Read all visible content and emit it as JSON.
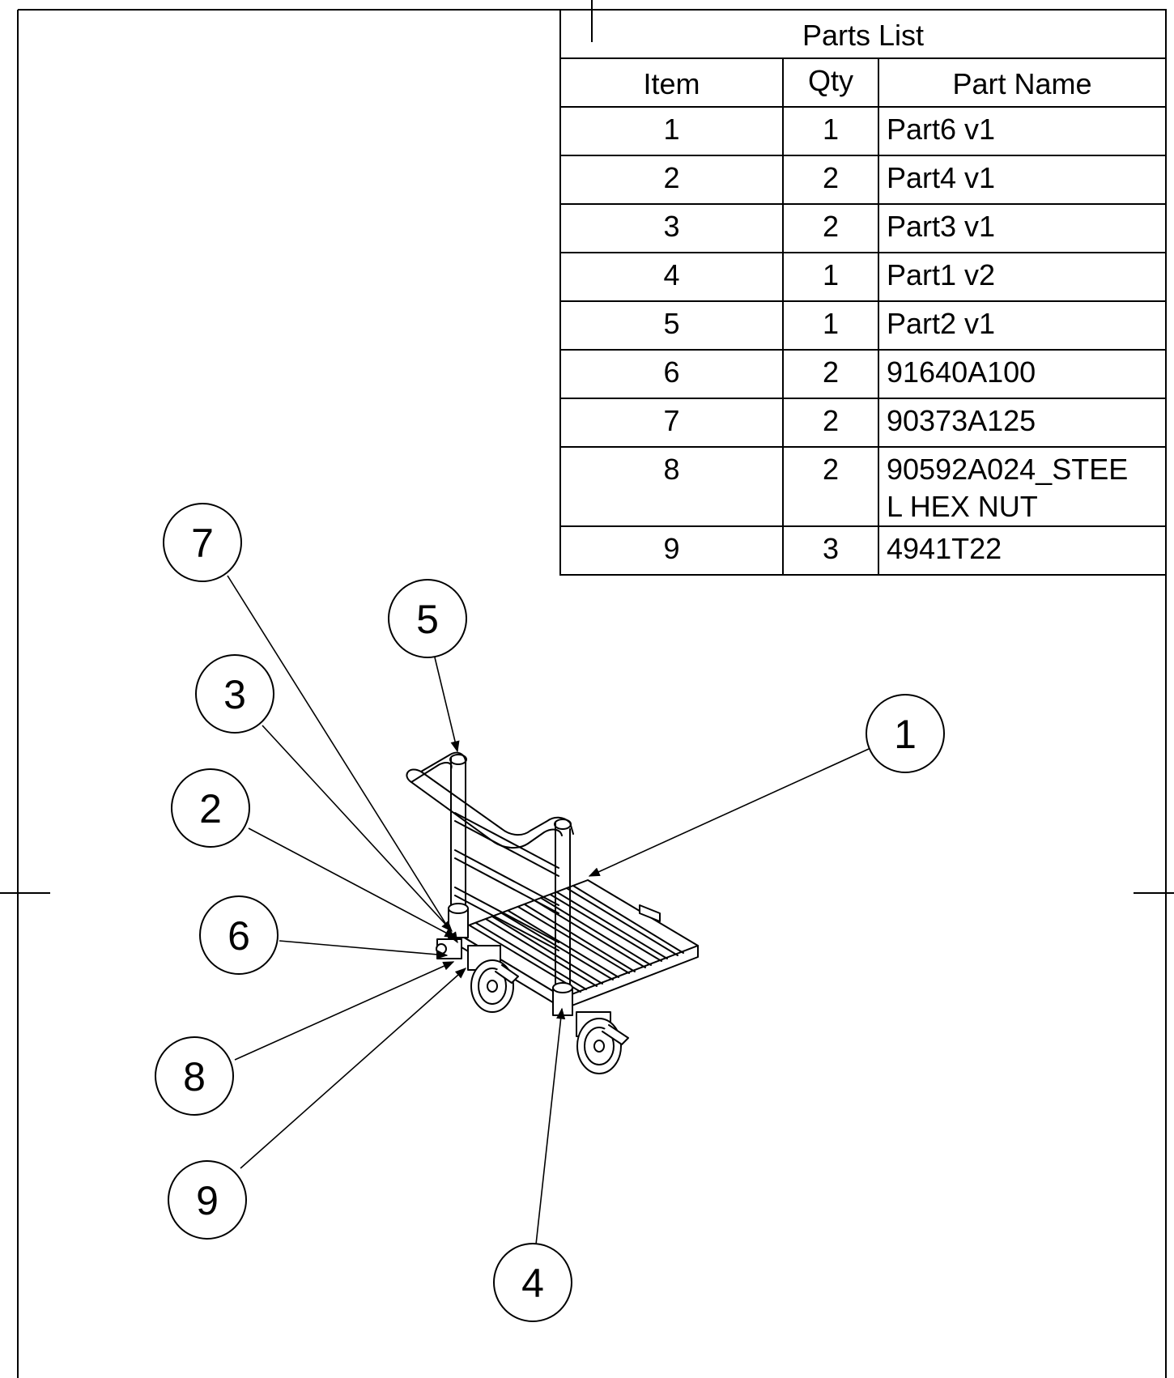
{
  "parts_list": {
    "title": "Parts List",
    "headers": {
      "item": "Item",
      "qty": "Qty",
      "part_name": "Part Name"
    },
    "rows": [
      {
        "item": "1",
        "qty": "1",
        "name": [
          "Part6 v1"
        ]
      },
      {
        "item": "2",
        "qty": "2",
        "name": [
          "Part4 v1"
        ]
      },
      {
        "item": "3",
        "qty": "2",
        "name": [
          "Part3 v1"
        ]
      },
      {
        "item": "4",
        "qty": "1",
        "name": [
          "Part1 v2"
        ]
      },
      {
        "item": "5",
        "qty": "1",
        "name": [
          "Part2 v1"
        ]
      },
      {
        "item": "6",
        "qty": "2",
        "name": [
          "91640A100"
        ]
      },
      {
        "item": "7",
        "qty": "2",
        "name": [
          "90373A125"
        ]
      },
      {
        "item": "8",
        "qty": "2",
        "name": [
          "90592A024_STEE",
          "L HEX NUT"
        ]
      },
      {
        "item": "9",
        "qty": "3",
        "name": [
          "4941T22"
        ]
      }
    ]
  },
  "balloons": [
    {
      "label": "1"
    },
    {
      "label": "2"
    },
    {
      "label": "3"
    },
    {
      "label": "4"
    },
    {
      "label": "5"
    },
    {
      "label": "6"
    },
    {
      "label": "7"
    },
    {
      "label": "8"
    },
    {
      "label": "9"
    }
  ]
}
